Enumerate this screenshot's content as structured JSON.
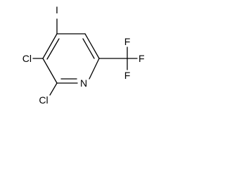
{
  "molecule": {
    "atoms": [
      {
        "id": "I",
        "label": "I"
      },
      {
        "id": "Cl1",
        "label": "Cl"
      },
      {
        "id": "Cl2",
        "label": "Cl"
      },
      {
        "id": "N",
        "label": "N"
      },
      {
        "id": "F1",
        "label": "F"
      },
      {
        "id": "F2",
        "label": "F"
      },
      {
        "id": "F3",
        "label": "F"
      }
    ]
  }
}
